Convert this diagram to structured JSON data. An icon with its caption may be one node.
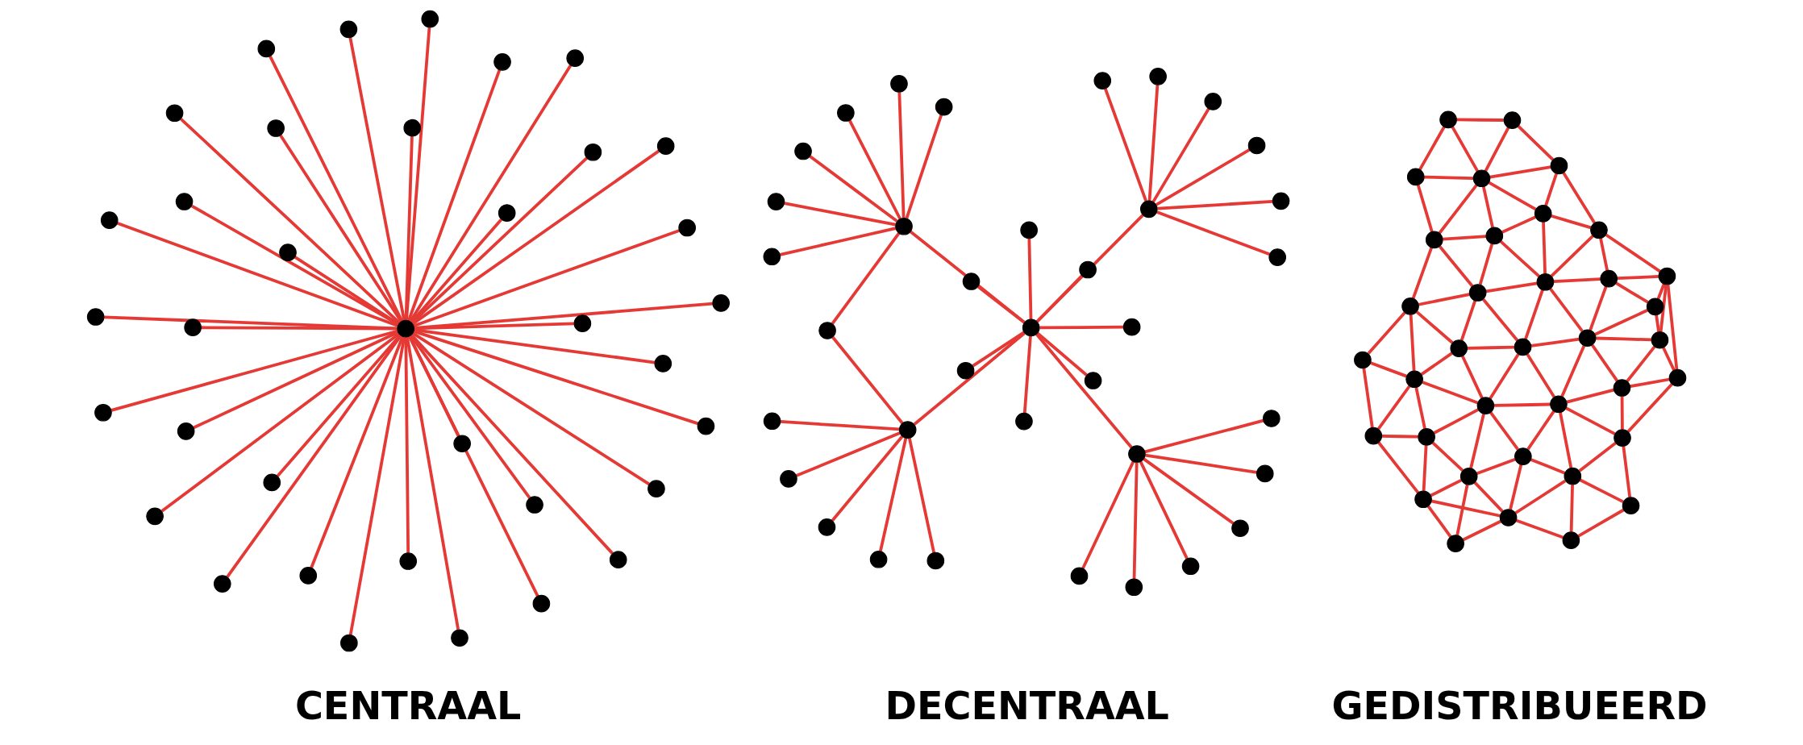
{
  "diagram": {
    "nodes": [
      {
        "text": [],
        "shape": "circle"
      },
      {
        "text": [],
        "shape": "circle"
      },
      {
        "text": [],
        "shape": "circle"
      },
      {
        "text": [],
        "shape": "circle"
      },
      {
        "text": [],
        "shape": "circle"
      },
      {
        "text": [],
        "shape": "circle"
      },
      {
        "text": [],
        "shape": "circle"
      },
      {
        "text": [],
        "shape": "circle"
      },
      {
        "text": [],
        "shape": "circle"
      },
      {
        "text": [],
        "shape": "circle"
      },
      {
        "text": [],
        "shape": "circle"
      },
      {
        "text": [],
        "shape": "circle"
      },
      {
        "text": [],
        "shape": "circle"
      },
      {
        "text": [],
        "shape": "circle"
      },
      {
        "text": [],
        "shape": "circle"
      },
      {
        "text": [],
        "shape": "circle"
      },
      {
        "text": [],
        "shape": "circle"
      },
      {
        "text": [],
        "shape": "circle"
      },
      {
        "text": [],
        "shape": "circle"
      },
      {
        "text": [],
        "shape": "circle"
      },
      {
        "text": [],
        "shape": "circle"
      },
      {
        "text": [],
        "shape": "circle"
      },
      {
        "text": [],
        "shape": "circle"
      },
      {
        "text": [],
        "shape": "circle"
      },
      {
        "text": [],
        "shape": "circle"
      },
      {
        "text": [],
        "shape": "circle"
      },
      {
        "text": [],
        "shape": "circle"
      },
      {
        "text": [],
        "shape": "circle"
      },
      {
        "text": [],
        "shape": "circle"
      },
      {
        "text": [],
        "shape": "circle"
      },
      {
        "text": [],
        "shape": "circle"
      },
      {
        "text": [],
        "shape": "circle"
      },
      {
        "text": [],
        "shape": "circle"
      },
      {
        "text": [],
        "shape": "circle"
      },
      {
        "text": [],
        "shape": "circle"
      },
      {
        "text": [],
        "shape": "circle"
      },
      {
        "text": [],
        "shape": "circle"
      },
      {
        "text": [],
        "shape": "circle"
      },
      {
        "text": [],
        "shape": "circle"
      },
      {
        "text": [],
        "shape": "circle"
      },
      {
        "text": [],
        "shape": "circle"
      },
      {
        "text": [],
        "shape": "circle"
      },
      {
        "text": [],
        "shape": "circle"
      },
      {
        "text": [],
        "shape": "circle"
      },
      {
        "text": [],
        "shape": "circle"
      },
      {
        "text": [],
        "shape": "circle"
      },
      {
        "text": [],
        "shape": "circle"
      },
      {
        "text": [],
        "shape": "circle"
      },
      {
        "text": [],
        "shape": "circle"
      },
      {
        "text": [],
        "shape": "circle"
      },
      {
        "text": [],
        "shape": "circle"
      },
      {
        "text": [],
        "shape": "circle"
      },
      {
        "text": [],
        "shape": "circle"
      },
      {
        "text": [],
        "shape": "circle"
      },
      {
        "text": [],
        "shape": "circle"
      },
      {
        "text": [],
        "shape": "circle"
      },
      {
        "text": [],
        "shape": "circle"
      },
      {
        "text": [],
        "shape": "circle"
      },
      {
        "text": [],
        "shape": "circle"
      },
      {
        "text": [],
        "shape": "circle"
      },
      {
        "text": [],
        "shape": "circle"
      },
      {
        "text": [],
        "shape": "circle"
      },
      {
        "text": [],
        "shape": "circle"
      },
      {
        "text": [],
        "shape": "circle"
      },
      {
        "text": [],
        "shape": "circle"
      },
      {
        "text": [],
        "shape": "circle"
      },
      {
        "text": [],
        "shape": "circle"
      },
      {
        "text": [],
        "shape": "circle"
      },
      {
        "text": [],
        "shape": "circle"
      },
      {
        "text": [],
        "shape": "circle"
      },
      {
        "text": [],
        "shape": "circle"
      },
      {
        "text": [],
        "shape": "circle"
      },
      {
        "text": [],
        "shape": "circle"
      },
      {
        "text": [],
        "shape": "circle"
      },
      {
        "text": [],
        "shape": "circle"
      },
      {
        "text": [],
        "shape": "circle"
      },
      {
        "text": [],
        "shape": "circle"
      },
      {
        "text": [],
        "shape": "circle"
      },
      {
        "text": [],
        "shape": "circle"
      },
      {
        "text": [],
        "shape": "circle"
      },
      {
        "text": [],
        "shape": "circle"
      },
      {
        "text": [],
        "shape": "circle"
      },
      {
        "text": [],
        "shape": "circle"
      },
      {
        "text": [],
        "shape": "circle"
      },
      {
        "text": [],
        "shape": "circle"
      },
      {
        "text": [],
        "shape": "circle"
      },
      {
        "text": [],
        "shape": "circle"
      },
      {
        "text": [],
        "shape": "circle"
      },
      {
        "text": [],
        "shape": "circle"
      },
      {
        "text": [],
        "shape": "circle"
      },
      {
        "text": [],
        "shape": "circle"
      },
      {
        "text": [],
        "shape": "circle"
      },
      {
        "text": [],
        "shape": "circle"
      },
      {
        "text": [],
        "shape": "circle"
      },
      {
        "text": [],
        "shape": "circle"
      },
      {
        "text": [],
        "shape": "circle"
      },
      {
        "text": [],
        "shape": "circle"
      },
      {
        "text": [],
        "shape": "circle"
      },
      {
        "text": [],
        "shape": "circle"
      },
      {
        "text": [],
        "shape": "circle"
      },
      {
        "text": [],
        "shape": "circle"
      },
      {
        "text": [],
        "shape": "circle"
      },
      {
        "text": [],
        "shape": "circle"
      },
      {
        "text": [],
        "shape": "circle"
      },
      {
        "text": [],
        "shape": "circle"
      },
      {
        "text": [],
        "shape": "circle"
      },
      {
        "text": [],
        "shape": "circle"
      },
      {
        "text": [],
        "shape": "circle"
      }
    ],
    "edges": [
      {
        "from": 20,
        "to": 0,
        "arrow": "none"
      },
      {
        "from": 20,
        "to": 1,
        "arrow": "none"
      },
      {
        "from": 20,
        "to": 2,
        "arrow": "none"
      },
      {
        "from": 20,
        "to": 3,
        "arrow": "none"
      },
      {
        "from": 20,
        "to": 4,
        "arrow": "none"
      },
      {
        "from": 20,
        "to": 5,
        "arrow": "none"
      },
      {
        "from": 20,
        "to": 6,
        "arrow": "none"
      },
      {
        "from": 20,
        "to": 7,
        "arrow": "none"
      },
      {
        "from": 20,
        "to": 8,
        "arrow": "none"
      },
      {
        "from": 20,
        "to": 9,
        "arrow": "none"
      },
      {
        "from": 20,
        "to": 10,
        "arrow": "none"
      },
      {
        "from": 20,
        "to": 11,
        "arrow": "none"
      },
      {
        "from": 20,
        "to": 12,
        "arrow": "none"
      },
      {
        "from": 20,
        "to": 13,
        "arrow": "none"
      },
      {
        "from": 20,
        "to": 14,
        "arrow": "none"
      },
      {
        "from": 20,
        "to": 15,
        "arrow": "none"
      },
      {
        "from": 20,
        "to": 16,
        "arrow": "none"
      },
      {
        "from": 20,
        "to": 17,
        "arrow": "none"
      },
      {
        "from": 20,
        "to": 18,
        "arrow": "none"
      },
      {
        "from": 20,
        "to": 19,
        "arrow": "none"
      },
      {
        "from": 20,
        "to": 21,
        "arrow": "none"
      },
      {
        "from": 20,
        "to": 22,
        "arrow": "none"
      },
      {
        "from": 20,
        "to": 23,
        "arrow": "none"
      },
      {
        "from": 20,
        "to": 24,
        "arrow": "none"
      },
      {
        "from": 20,
        "to": 25,
        "arrow": "none"
      },
      {
        "from": 20,
        "to": 26,
        "arrow": "none"
      },
      {
        "from": 20,
        "to": 27,
        "arrow": "none"
      },
      {
        "from": 20,
        "to": 28,
        "arrow": "none"
      },
      {
        "from": 20,
        "to": 29,
        "arrow": "none"
      },
      {
        "from": 20,
        "to": 30,
        "arrow": "none"
      },
      {
        "from": 20,
        "to": 31,
        "arrow": "none"
      },
      {
        "from": 20,
        "to": 32,
        "arrow": "none"
      },
      {
        "from": 20,
        "to": 33,
        "arrow": "none"
      },
      {
        "from": 20,
        "to": 34,
        "arrow": "none"
      },
      {
        "from": 20,
        "to": 35,
        "arrow": "none"
      },
      {
        "from": 47,
        "to": 36,
        "arrow": "none"
      },
      {
        "from": 47,
        "to": 40,
        "arrow": "none"
      },
      {
        "from": 47,
        "to": 43,
        "arrow": "none"
      },
      {
        "from": 47,
        "to": 46,
        "arrow": "none"
      },
      {
        "from": 47,
        "to": 54,
        "arrow": "none"
      },
      {
        "from": 47,
        "to": 56,
        "arrow": "none"
      },
      {
        "from": 47,
        "to": 58,
        "arrow": "none"
      },
      {
        "from": 45,
        "to": 37,
        "arrow": "none"
      },
      {
        "from": 45,
        "to": 38,
        "arrow": "none"
      },
      {
        "from": 45,
        "to": 39,
        "arrow": "none"
      },
      {
        "from": 45,
        "to": 41,
        "arrow": "none"
      },
      {
        "from": 45,
        "to": 42,
        "arrow": "none"
      },
      {
        "from": 45,
        "to": 48,
        "arrow": "none"
      },
      {
        "from": 45,
        "to": 56,
        "arrow": "none"
      },
      {
        "from": 56,
        "to": 44,
        "arrow": "none"
      },
      {
        "from": 56,
        "to": 49,
        "arrow": "none"
      },
      {
        "from": 56,
        "to": 51,
        "arrow": "none"
      },
      {
        "from": 56,
        "to": 53,
        "arrow": "none"
      },
      {
        "from": 56,
        "to": 55,
        "arrow": "none"
      },
      {
        "from": 56,
        "to": 62,
        "arrow": "none"
      },
      {
        "from": 56,
        "to": 64,
        "arrow": "none"
      },
      {
        "from": 56,
        "to": 57,
        "arrow": "none"
      },
      {
        "from": 56,
        "to": 67,
        "arrow": "none"
      },
      {
        "from": 57,
        "to": 50,
        "arrow": "none"
      },
      {
        "from": 57,
        "to": 52,
        "arrow": "none"
      },
      {
        "from": 57,
        "to": 59,
        "arrow": "none"
      },
      {
        "from": 57,
        "to": 60,
        "arrow": "none"
      },
      {
        "from": 57,
        "to": 65,
        "arrow": "none"
      },
      {
        "from": 57,
        "to": 66,
        "arrow": "none"
      },
      {
        "from": 58,
        "to": 67,
        "arrow": "none"
      },
      {
        "from": 67,
        "to": 61,
        "arrow": "none"
      },
      {
        "from": 67,
        "to": 63,
        "arrow": "none"
      },
      {
        "from": 67,
        "to": 68,
        "arrow": "none"
      },
      {
        "from": 67,
        "to": 69,
        "arrow": "none"
      },
      {
        "from": 67,
        "to": 70,
        "arrow": "none"
      },
      {
        "from": 67,
        "to": 71,
        "arrow": "none"
      },
      {
        "from": 72,
        "to": 73,
        "arrow": "none"
      },
      {
        "from": 72,
        "to": 75,
        "arrow": "none"
      },
      {
        "from": 72,
        "to": 78,
        "arrow": "none"
      },
      {
        "from": 72,
        "to": 79,
        "arrow": "none"
      },
      {
        "from": 72,
        "to": 76,
        "arrow": "none"
      },
      {
        "from": 73,
        "to": 75,
        "arrow": "none"
      },
      {
        "from": 73,
        "to": 78,
        "arrow": "none"
      },
      {
        "from": 73,
        "to": 74,
        "arrow": "none"
      },
      {
        "from": 73,
        "to": 80,
        "arrow": "none"
      },
      {
        "from": 73,
        "to": 81,
        "arrow": "none"
      },
      {
        "from": 74,
        "to": 81,
        "arrow": "none"
      },
      {
        "from": 74,
        "to": 77,
        "arrow": "none"
      },
      {
        "from": 75,
        "to": 78,
        "arrow": "none"
      },
      {
        "from": 76,
        "to": 79,
        "arrow": "none"
      },
      {
        "from": 76,
        "to": 82,
        "arrow": "none"
      },
      {
        "from": 76,
        "to": 83,
        "arrow": "none"
      },
      {
        "from": 77,
        "to": 81,
        "arrow": "none"
      },
      {
        "from": 77,
        "to": 84,
        "arrow": "none"
      },
      {
        "from": 78,
        "to": 79,
        "arrow": "none"
      },
      {
        "from": 78,
        "to": 85,
        "arrow": "none"
      },
      {
        "from": 78,
        "to": 80,
        "arrow": "none"
      },
      {
        "from": 79,
        "to": 83,
        "arrow": "none"
      },
      {
        "from": 79,
        "to": 85,
        "arrow": "none"
      },
      {
        "from": 80,
        "to": 85,
        "arrow": "none"
      },
      {
        "from": 80,
        "to": 81,
        "arrow": "none"
      },
      {
        "from": 80,
        "to": 87,
        "arrow": "none"
      },
      {
        "from": 81,
        "to": 84,
        "arrow": "none"
      },
      {
        "from": 81,
        "to": 87,
        "arrow": "none"
      },
      {
        "from": 82,
        "to": 83,
        "arrow": "none"
      },
      {
        "from": 82,
        "to": 90,
        "arrow": "none"
      },
      {
        "from": 83,
        "to": 85,
        "arrow": "none"
      },
      {
        "from": 83,
        "to": 89,
        "arrow": "none"
      },
      {
        "from": 83,
        "to": 90,
        "arrow": "none"
      },
      {
        "from": 84,
        "to": 87,
        "arrow": "none"
      },
      {
        "from": 84,
        "to": 88,
        "arrow": "none"
      },
      {
        "from": 84,
        "to": 86,
        "arrow": "none"
      },
      {
        "from": 85,
        "to": 87,
        "arrow": "none"
      },
      {
        "from": 85,
        "to": 89,
        "arrow": "none"
      },
      {
        "from": 85,
        "to": 92,
        "arrow": "none"
      },
      {
        "from": 86,
        "to": 88,
        "arrow": "none"
      },
      {
        "from": 86,
        "to": 93,
        "arrow": "none"
      },
      {
        "from": 86,
        "to": 102,
        "arrow": "none"
      },
      {
        "from": 87,
        "to": 88,
        "arrow": "none"
      },
      {
        "from": 87,
        "to": 92,
        "arrow": "none"
      },
      {
        "from": 87,
        "to": 96,
        "arrow": "none"
      },
      {
        "from": 88,
        "to": 93,
        "arrow": "none"
      },
      {
        "from": 88,
        "to": 96,
        "arrow": "none"
      },
      {
        "from": 89,
        "to": 90,
        "arrow": "none"
      },
      {
        "from": 89,
        "to": 91,
        "arrow": "none"
      },
      {
        "from": 89,
        "to": 92,
        "arrow": "none"
      },
      {
        "from": 90,
        "to": 91,
        "arrow": "none"
      },
      {
        "from": 90,
        "to": 94,
        "arrow": "none"
      },
      {
        "from": 91,
        "to": 92,
        "arrow": "none"
      },
      {
        "from": 91,
        "to": 94,
        "arrow": "none"
      },
      {
        "from": 91,
        "to": 97,
        "arrow": "none"
      },
      {
        "from": 91,
        "to": 98,
        "arrow": "none"
      },
      {
        "from": 92,
        "to": 98,
        "arrow": "none"
      },
      {
        "from": 92,
        "to": 96,
        "arrow": "none"
      },
      {
        "from": 93,
        "to": 95,
        "arrow": "none"
      },
      {
        "from": 93,
        "to": 102,
        "arrow": "none"
      },
      {
        "from": 93,
        "to": 96,
        "arrow": "none"
      },
      {
        "from": 94,
        "to": 97,
        "arrow": "none"
      },
      {
        "from": 94,
        "to": 99,
        "arrow": "none"
      },
      {
        "from": 94,
        "to": 103,
        "arrow": "none"
      },
      {
        "from": 95,
        "to": 102,
        "arrow": "none"
      },
      {
        "from": 95,
        "to": 101,
        "arrow": "none"
      },
      {
        "from": 95,
        "to": 96,
        "arrow": "none"
      },
      {
        "from": 96,
        "to": 98,
        "arrow": "none"
      },
      {
        "from": 96,
        "to": 101,
        "arrow": "none"
      },
      {
        "from": 97,
        "to": 98,
        "arrow": "none"
      },
      {
        "from": 97,
        "to": 103,
        "arrow": "none"
      },
      {
        "from": 97,
        "to": 100,
        "arrow": "none"
      },
      {
        "from": 98,
        "to": 100,
        "arrow": "none"
      },
      {
        "from": 98,
        "to": 104,
        "arrow": "none"
      },
      {
        "from": 99,
        "to": 103,
        "arrow": "none"
      },
      {
        "from": 99,
        "to": 105,
        "arrow": "none"
      },
      {
        "from": 100,
        "to": 106,
        "arrow": "none"
      },
      {
        "from": 100,
        "to": 103,
        "arrow": "none"
      },
      {
        "from": 100,
        "to": 104,
        "arrow": "none"
      },
      {
        "from": 101,
        "to": 102,
        "arrow": "none"
      },
      {
        "from": 101,
        "to": 98,
        "arrow": "none"
      },
      {
        "from": 101,
        "to": 104,
        "arrow": "none"
      },
      {
        "from": 102,
        "to": 104,
        "arrow": "none"
      },
      {
        "from": 103,
        "to": 105,
        "arrow": "none"
      },
      {
        "from": 103,
        "to": 107,
        "arrow": "none"
      },
      {
        "from": 103,
        "to": 106,
        "arrow": "none"
      },
      {
        "from": 105,
        "to": 107,
        "arrow": "none"
      },
      {
        "from": 106,
        "to": 107,
        "arrow": "none"
      },
      {
        "from": 106,
        "to": 104,
        "arrow": "none"
      }
    ],
    "labels": [
      "CENTRAAL",
      "DECENTRAAL",
      "GEDISTRIBUEERD"
    ]
  }
}
